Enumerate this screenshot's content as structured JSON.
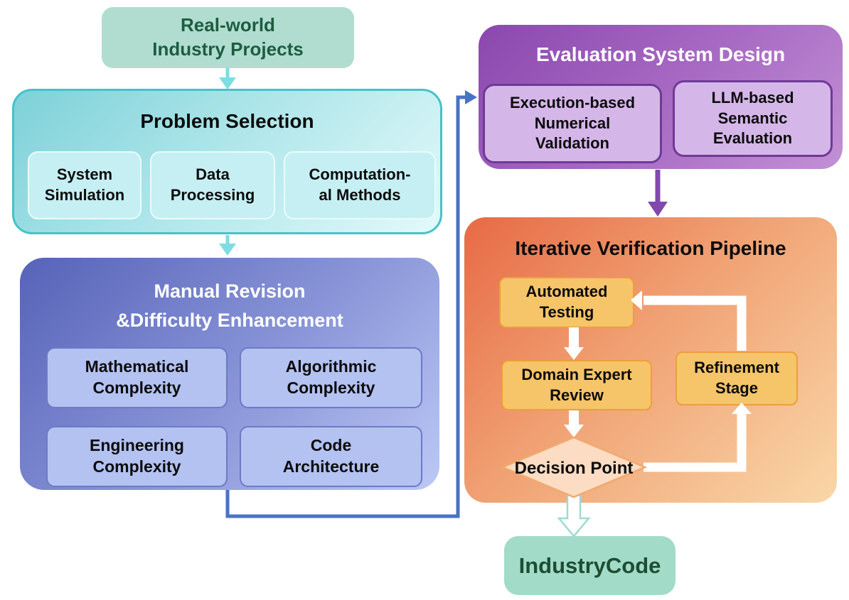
{
  "diagram": {
    "source_node": {
      "label": "Real-world\nIndustry Projects"
    },
    "problem_selection": {
      "title": "Problem Selection",
      "items": [
        {
          "label": "System\nSimulation"
        },
        {
          "label": "Data\nProcessing"
        },
        {
          "label": "Computation-\nal Methods"
        }
      ]
    },
    "manual_revision": {
      "title": "Manual Revision\n&Difficulty Enhancement",
      "items": [
        {
          "label": "Mathematical\nComplexity"
        },
        {
          "label": "Algorithmic\nComplexity"
        },
        {
          "label": "Engineering\nComplexity"
        },
        {
          "label": "Code\nArchitecture"
        }
      ]
    },
    "evaluation_system": {
      "title": "Evaluation System Design",
      "items": [
        {
          "label": "Execution-based\nNumerical\nValidation"
        },
        {
          "label": "LLM-based\nSemantic\nEvaluation"
        }
      ]
    },
    "iterative_pipeline": {
      "title": "Iterative Verification Pipeline",
      "automated_testing": "Automated\nTesting",
      "domain_expert_review": "Domain Expert\nReview",
      "refinement_stage": "Refinement\nStage",
      "decision_point": "Decision Point"
    },
    "output_node": {
      "label": "IndustryCode"
    }
  },
  "colors": {
    "source_node_bg": "#b0ddd0",
    "source_node_text": "#1d5c40",
    "problem_panel_gradient_start": "#7dd1d8",
    "problem_panel_gradient_end": "#e3f9fa",
    "problem_panel_border": "#45c2ca",
    "problem_item_bg": "#c6eff3",
    "revision_panel_gradient_start": "#5663b8",
    "revision_panel_gradient_end": "#bcc9f5",
    "revision_item_bg": "#b3c2f1",
    "revision_item_border": "#6d7ac4",
    "evaluation_panel_gradient_start": "#8a48ae",
    "evaluation_panel_gradient_end": "#c291d5",
    "evaluation_item_bg": "#d5b6e9",
    "evaluation_item_border": "#6f3a96",
    "pipeline_panel_gradient_start": "#e76a45",
    "pipeline_panel_gradient_end": "#f9d7a8",
    "pipeline_item_bg": "#f6c469",
    "pipeline_item_border": "#ec9f3c",
    "diamond_fill": "#fcdcc2",
    "diamond_border": "#f2a96e",
    "output_node_bg": "#a2dbc8",
    "output_node_text": "#1d4d33",
    "arrow_cyan": "#7edde2",
    "connector_blue": "#4a72c4",
    "arrow_purple": "#8248ad",
    "arrow_white": "#ffffff",
    "output_arrow_border": "#9edbd2"
  }
}
